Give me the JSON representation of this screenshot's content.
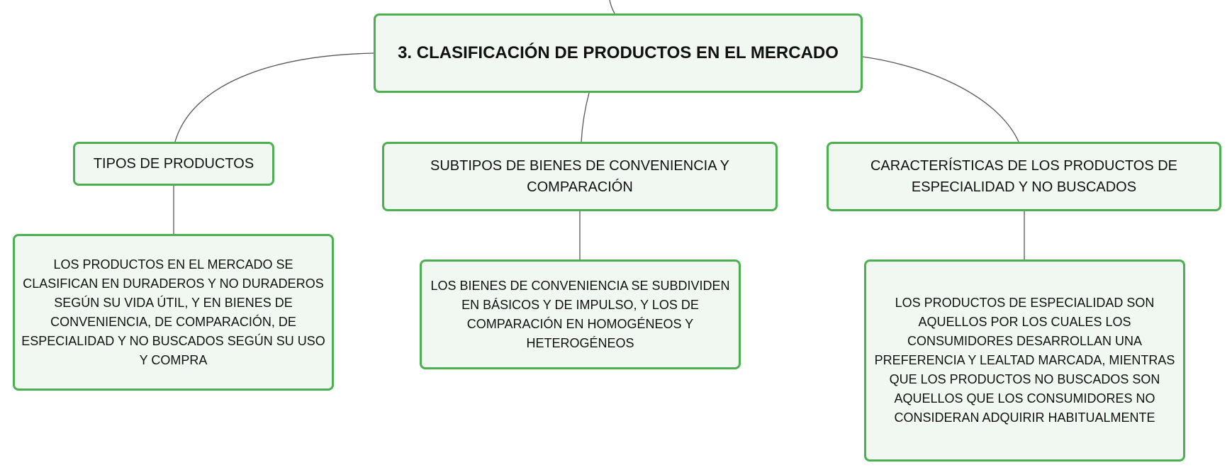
{
  "colors": {
    "node_border": "#4caf50",
    "node_fill": "#f1f8f2",
    "connector": "#555555"
  },
  "root": {
    "label": "3. CLASIFICACIÓN DE PRODUCTOS EN EL MERCADO"
  },
  "branches": [
    {
      "title": "TIPOS DE PRODUCTOS",
      "detail": "LOS PRODUCTOS EN EL MERCADO SE CLASIFICAN EN DURADEROS Y NO DURADEROS SEGÚN SU VIDA ÚTIL, Y EN BIENES DE CONVENIENCIA, DE COMPARACIÓN, DE ESPECIALIDAD Y NO BUSCADOS SEGÚN SU USO Y COMPRA"
    },
    {
      "title": "SUBTIPOS DE BIENES DE CONVENIENCIA Y COMPARACIÓN",
      "detail": "LOS BIENES DE CONVENIENCIA SE SUBDIVIDEN EN BÁSICOS Y DE IMPULSO, Y LOS DE COMPARACIÓN EN HOMOGÉNEOS Y HETEROGÉNEOS"
    },
    {
      "title": "CARACTERÍSTICAS DE LOS PRODUCTOS DE ESPECIALIDAD Y NO BUSCADOS",
      "detail": "LOS PRODUCTOS DE ESPECIALIDAD SON AQUELLOS POR LOS CUALES LOS CONSUMIDORES DESARROLLAN UNA PREFERENCIA Y LEALTAD MARCADA, MIENTRAS QUE LOS PRODUCTOS NO BUSCADOS SON AQUELLOS QUE LOS CONSUMIDORES NO CONSIDERAN ADQUIRIR HABITUALMENTE"
    }
  ]
}
